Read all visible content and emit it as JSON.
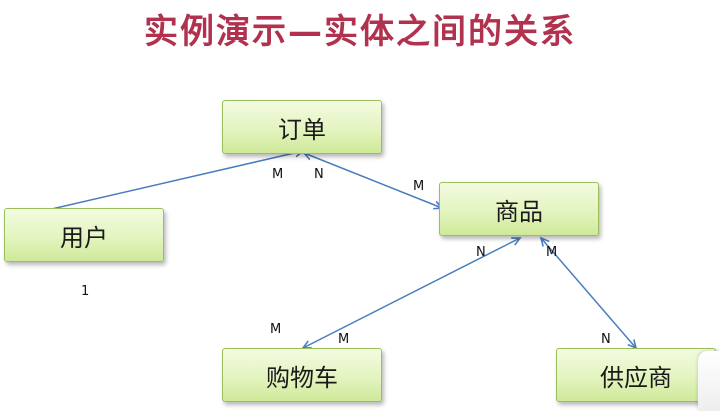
{
  "title": "实例演示—实体之间的关系",
  "entities": {
    "order": "订单",
    "user": "用户",
    "product": "商品",
    "cart": "购物车",
    "supplier": "供应商"
  },
  "cardinality": {
    "user_order_user_side": "1",
    "user_order_order_side": "M",
    "order_product_order_side": "N",
    "order_product_product_side": "M",
    "product_cart_product_side": "N",
    "product_cart_cart_side_a": "M",
    "product_cart_cart_side_b": "M",
    "product_supplier_product_side": "M",
    "product_supplier_supplier_side": "N"
  }
}
